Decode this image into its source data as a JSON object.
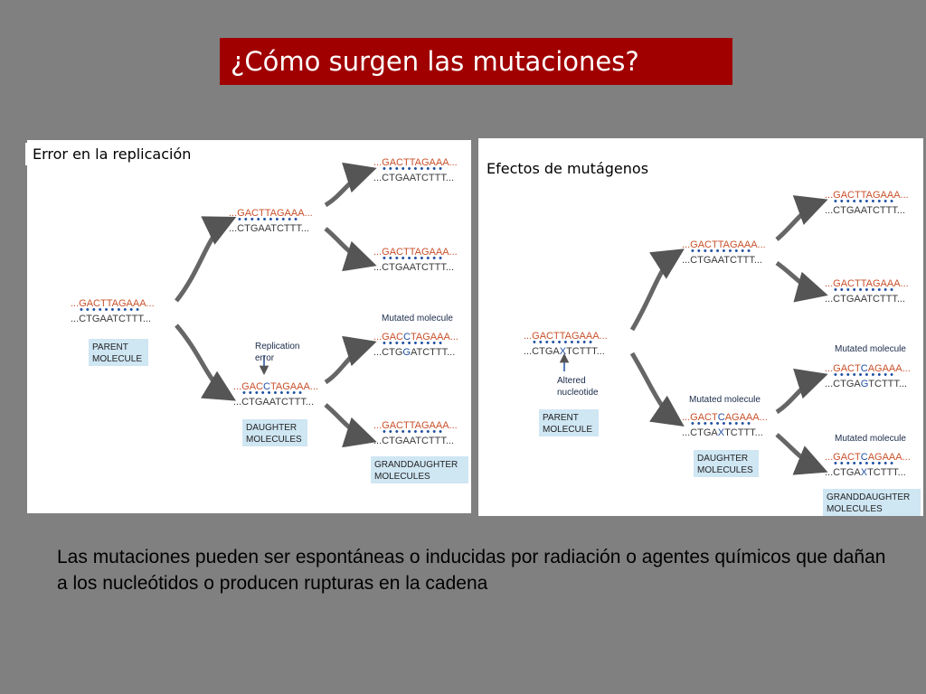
{
  "slide": {
    "title": "¿Cómo surgen las mutaciones?",
    "caption": "Las mutaciones pueden ser espontáneas o inducidas  por radiación o agentes químicos que dañan a los nucleótidos o producen rupturas en la cadena"
  },
  "colors": {
    "background": "#808080",
    "title_bg": "#a00000",
    "seq_red": "#c8502a",
    "seq_dark": "#3a3a3a",
    "mutation_blue": "#1f4fa0",
    "label_box": "#cfe6f3",
    "arrow": "#555555"
  },
  "left_panel": {
    "label": "Error en la replicación",
    "parent": {
      "top": "...GACTTAGAAA...",
      "bottom": "...CTGAATCTTT...",
      "box": [
        "PARENT",
        "MOLECULE"
      ]
    },
    "daughter_top": {
      "top": "...GACTTAGAAA...",
      "bottom": "...CTGAATCTTT..."
    },
    "daughter_bottom": {
      "top_pre": "...GAC",
      "top_mut": "C",
      "top_post": "TAGAAA...",
      "bottom": "...CTGAATCTTT...",
      "box": [
        "DAUGHTER",
        "MOLECULES"
      ]
    },
    "replication_error": [
      "Replication",
      "error"
    ],
    "grand": [
      {
        "top": "...GACTTAGAAA...",
        "bottom": "...CTGAATCTTT..."
      },
      {
        "top": "...GACTTAGAAA...",
        "bottom": "...CTGAATCTTT..."
      },
      {
        "top_pre": "...GAC",
        "top_mut": "C",
        "top_post": "TAGAAA...",
        "bottom_pre": "...CTG",
        "bottom_mut": "G",
        "bottom_post": "ATCTTT..."
      },
      {
        "top": "...GACTTAGAAA...",
        "bottom": "...CTGAATCTTT..."
      }
    ],
    "mutated_label": "Mutated molecule",
    "grand_box": [
      "GRANDDAUGHTER",
      "MOLECULES"
    ]
  },
  "right_panel": {
    "label": "Efectos de mutágenos",
    "parent": {
      "top": "...GACTTAGAAA...",
      "bottom_pre": "...CTGA",
      "bottom_mut": "X",
      "bottom_post": "TCTTT...",
      "box": [
        "PARENT",
        "MOLECULE"
      ]
    },
    "altered": [
      "Altered",
      "nucleotide"
    ],
    "daughter_top": {
      "top": "...GACTTAGAAA...",
      "bottom": "...CTGAATCTTT..."
    },
    "daughter_bottom": {
      "top_pre": "...GACT",
      "top_mut": "C",
      "top_post": "AGAAA...",
      "bottom_pre": "...CTGA",
      "bottom_mut": "X",
      "bottom_post": "TCTTT...",
      "box": [
        "DAUGHTER",
        "MOLECULES"
      ]
    },
    "mutated_label": "Mutated molecule",
    "grand": [
      {
        "top": "...GACTTAGAAA...",
        "bottom": "...CTGAATCTTT..."
      },
      {
        "top": "...GACTTAGAAA...",
        "bottom": "...CTGAATCTTT..."
      },
      {
        "top_pre": "...GACT",
        "top_mut": "C",
        "top_post": "AGAAA...",
        "bottom_pre": "...CTGA",
        "bottom_mut": "G",
        "bottom_post": "TCTTT..."
      },
      {
        "top_pre": "...GACT",
        "top_mut": "C",
        "top_post": "AGAAA...",
        "bottom_pre": "...CTGA",
        "bottom_mut": "X",
        "bottom_post": "TCTTT..."
      }
    ],
    "grand_box": [
      "GRANDDAUGHTER",
      "MOLECULES"
    ]
  }
}
